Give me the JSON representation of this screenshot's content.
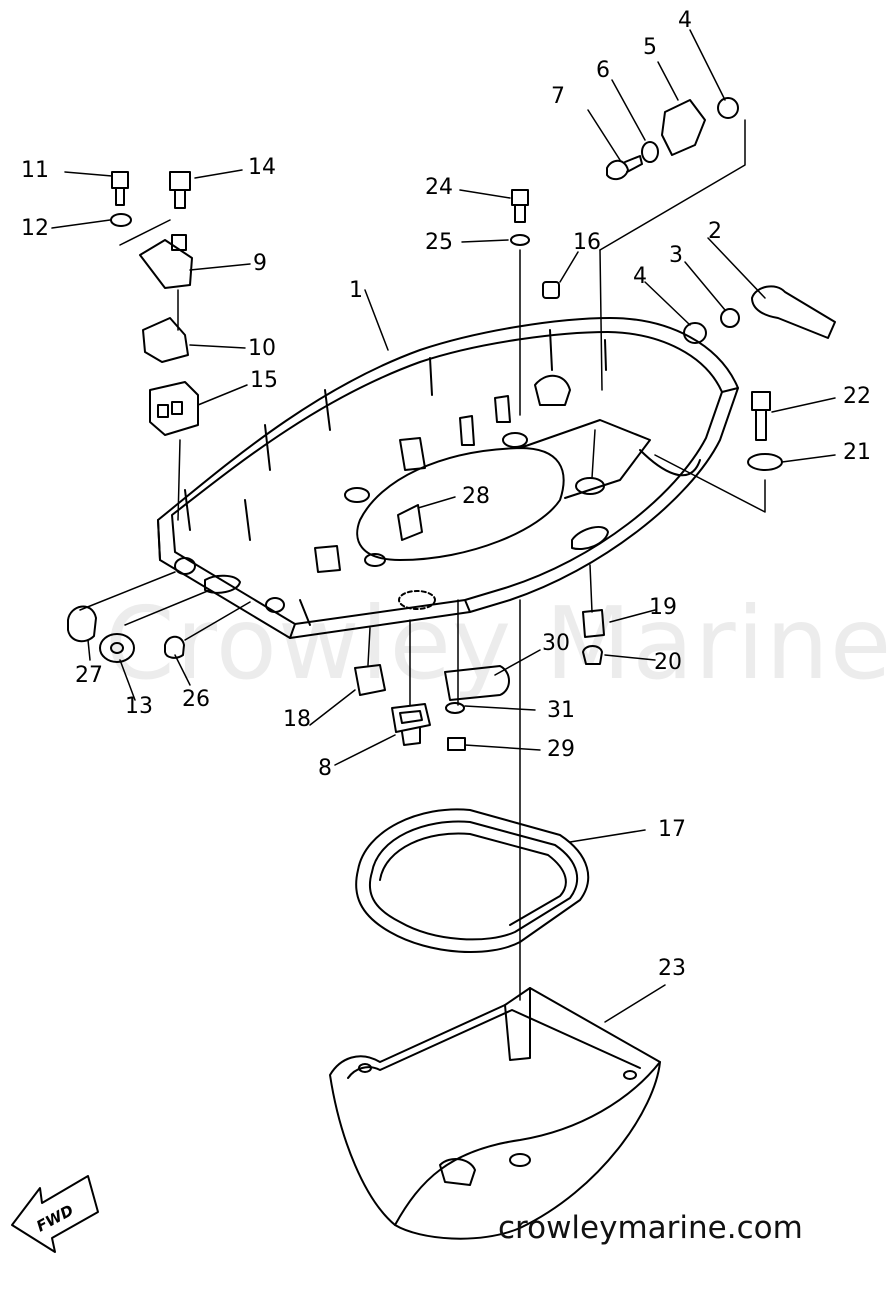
{
  "watermark": "Crowley Marine",
  "website": "crowleymarine.com",
  "fwd_label": "FWD",
  "part_labels": [
    "1",
    "2",
    "3",
    "4",
    "4",
    "5",
    "6",
    "7",
    "8",
    "9",
    "10",
    "11",
    "12",
    "13",
    "14",
    "15",
    "16",
    "17",
    "18",
    "19",
    "20",
    "21",
    "22",
    "23",
    "24",
    "25",
    "26",
    "27",
    "28",
    "29",
    "30",
    "31"
  ]
}
